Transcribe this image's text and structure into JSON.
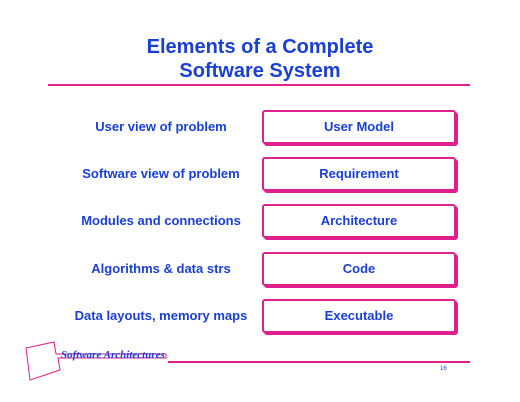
{
  "slide": {
    "title_line1": "Elements of a Complete",
    "title_line2": "Software System",
    "rows": [
      {
        "label": "User view of problem",
        "box": "User Model"
      },
      {
        "label": "Software view of problem",
        "box": "Requirement"
      },
      {
        "label": "Modules and connections",
        "box": "Architecture"
      },
      {
        "label": "Algorithms & data strs",
        "box": "Code"
      },
      {
        "label": "Data layouts, memory maps",
        "box": "Executable"
      }
    ]
  },
  "footer": {
    "course": "Software Architectures",
    "page_number": "16"
  },
  "colors": {
    "text": "#1a3fd6",
    "accent": "#e0208c"
  }
}
